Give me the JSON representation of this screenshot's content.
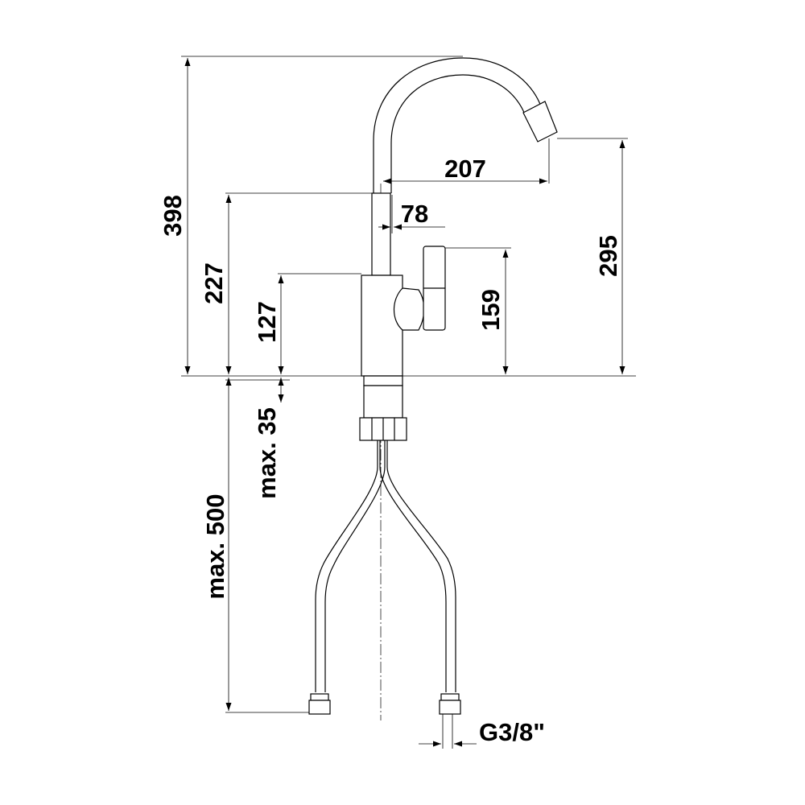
{
  "diagram": {
    "dimensions": {
      "total_height": "398",
      "spout_reach": "207",
      "body_height": "227",
      "handle_offset": "78",
      "outlet_height": "295",
      "handle_height": "159",
      "lever_height": "127",
      "max_deck_thickness": "max. 35",
      "max_hose_length": "max. 500",
      "connection_thread": "G3/8\""
    }
  }
}
